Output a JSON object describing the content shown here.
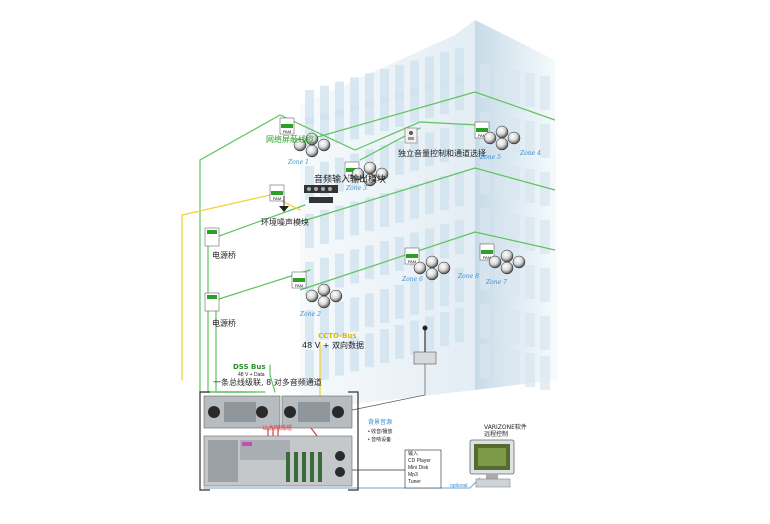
{
  "labels": {
    "cable_protection": "网络屏蔽线缆",
    "audio_io_module": "音频输入输出模块",
    "independent_control": "独立音量控制和通道选择",
    "ambient_noise_module": "环境噪声模块",
    "power_bridge_1": "电源桥",
    "power_bridge_2": "电源桥",
    "ccto_bus": "CCTO-Bus",
    "bus_48v": "48 V + 双向数据",
    "dss_bus": "DSS Bus",
    "dss_48v": "48 V + Data",
    "one_bus": "一条总线级联, 8 对多音频通道",
    "network_line": "以太网线缆",
    "bg_music_source": "背景音源",
    "bg_music_items": [
      "• 收音/播放",
      "• 音响设备"
    ],
    "input_box_title": "输入",
    "input_box_items": [
      "CD Player",
      "Mini Disk",
      "Mp3",
      "Tuner"
    ],
    "varizone": "VARIZONE软件",
    "varizone_sub": "远程控制",
    "optional": "optional"
  },
  "pam_label": "PAM",
  "zones": {
    "z1": "Zone 1",
    "z2": "Zone 2",
    "z3": "Zone 3",
    "z4": "Zone 4",
    "z5": "Zone 5",
    "z6": "Zone 6",
    "z7": "Zone 7",
    "z8": "Zone 8"
  },
  "colors": {
    "bus_green": "#5cc45c",
    "bus_yellow": "#f2d23a",
    "net_red": "#e03c3c",
    "net_blue": "#6fa7d8",
    "window_blue": "#cfe2ee",
    "facade": "#e9f1f6"
  }
}
